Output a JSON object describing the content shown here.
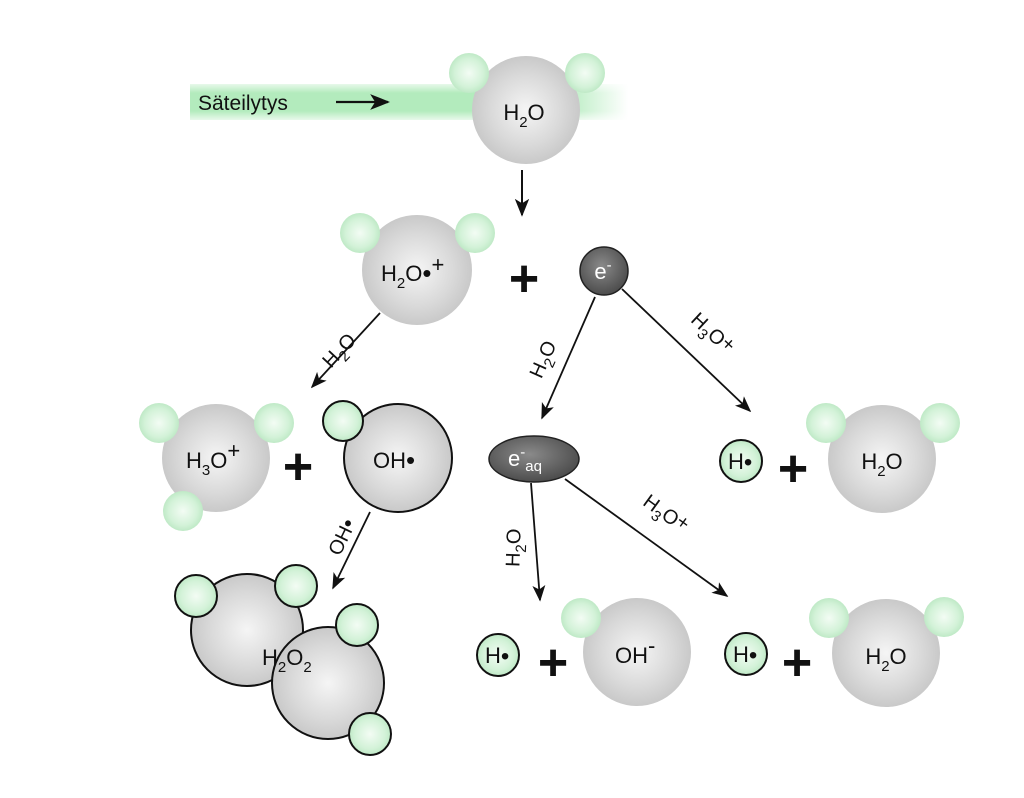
{
  "radiation": {
    "label": "Säteilytys"
  },
  "molecules": {
    "water_top": {
      "main": "H",
      "sub": "2",
      "tail": "O"
    },
    "h2o_cation": {
      "main": "H",
      "sub": "2",
      "tail": "O",
      "dot": "•",
      "sup": "+"
    },
    "electron": {
      "main": "e",
      "sup": "-"
    },
    "hydronium": {
      "main": "H",
      "sub": "3",
      "tail": "O",
      "sup": "+"
    },
    "hydroxyl_radical": {
      "main": "OH",
      "dot": "•"
    },
    "hydrated_electron": {
      "main": "e",
      "sup": "-",
      "sub": "aq"
    },
    "h_radical_a": {
      "main": "H",
      "dot": "•"
    },
    "water_right": {
      "main": "H",
      "sub": "2",
      "tail": "O"
    },
    "peroxide": {
      "main": "H",
      "sub": "2",
      "tail": "O",
      "sub2": "2"
    },
    "h_radical_b": {
      "main": "H",
      "dot": "•"
    },
    "hydroxide": {
      "main": "OH",
      "sup": "-"
    },
    "h_radical_c": {
      "main": "H",
      "dot": "•"
    },
    "water_bottom_right": {
      "main": "H",
      "sub": "2",
      "tail": "O"
    }
  },
  "plus_sign": "+",
  "arrows": {
    "cation_to_hydronium": {
      "main": "H",
      "sub": "2",
      "tail": "O"
    },
    "electron_to_hydrated": {
      "main": "H",
      "sub": "2",
      "tail": "O"
    },
    "electron_to_hradical": {
      "main": "H",
      "sub": "3",
      "tail": "O",
      "sup": "+"
    },
    "hydroxyl_to_peroxide": {
      "main": "OH",
      "dot": "•"
    },
    "hydrated_to_hydroxide": {
      "main": "H",
      "sub": "2",
      "tail": "O"
    },
    "hydrated_to_water": {
      "main": "H",
      "sub": "3",
      "tail": "O",
      "sup": "+"
    }
  },
  "colors": {
    "hydrogen_green": "#cdf0d4",
    "molecule_gray": "#d6d6d6",
    "electron_dark": "#666666",
    "beam_green": "#a8e6b4"
  }
}
